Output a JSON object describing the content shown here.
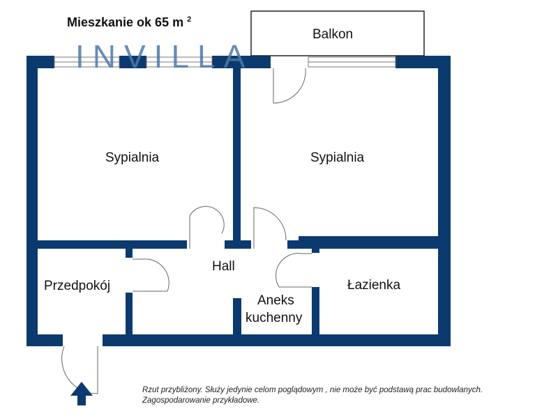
{
  "title": {
    "text": "Mieszkanie ok 65  m",
    "superscript": "2"
  },
  "logo": "INVILLA",
  "rooms": {
    "balcony": "Balkon",
    "bedroom_left": "Sypialnia",
    "bedroom_right": "Sypialnia",
    "entry": "Przedpokój",
    "hall": "Hall",
    "kitchenette_1": "Aneks",
    "kitchenette_2": "kuchenny",
    "bathroom": "Łazienka"
  },
  "note": {
    "line1": "Rzut przybliżony. Służy jedynie celom poglądowym , nie może być podstawą prac budowlanych.",
    "line2": "Zagospodarowanie przykładowe."
  },
  "colors": {
    "wall": "#0b3a6f",
    "logo": "#4d7aa8",
    "logo_accent": "#c9a77a"
  }
}
